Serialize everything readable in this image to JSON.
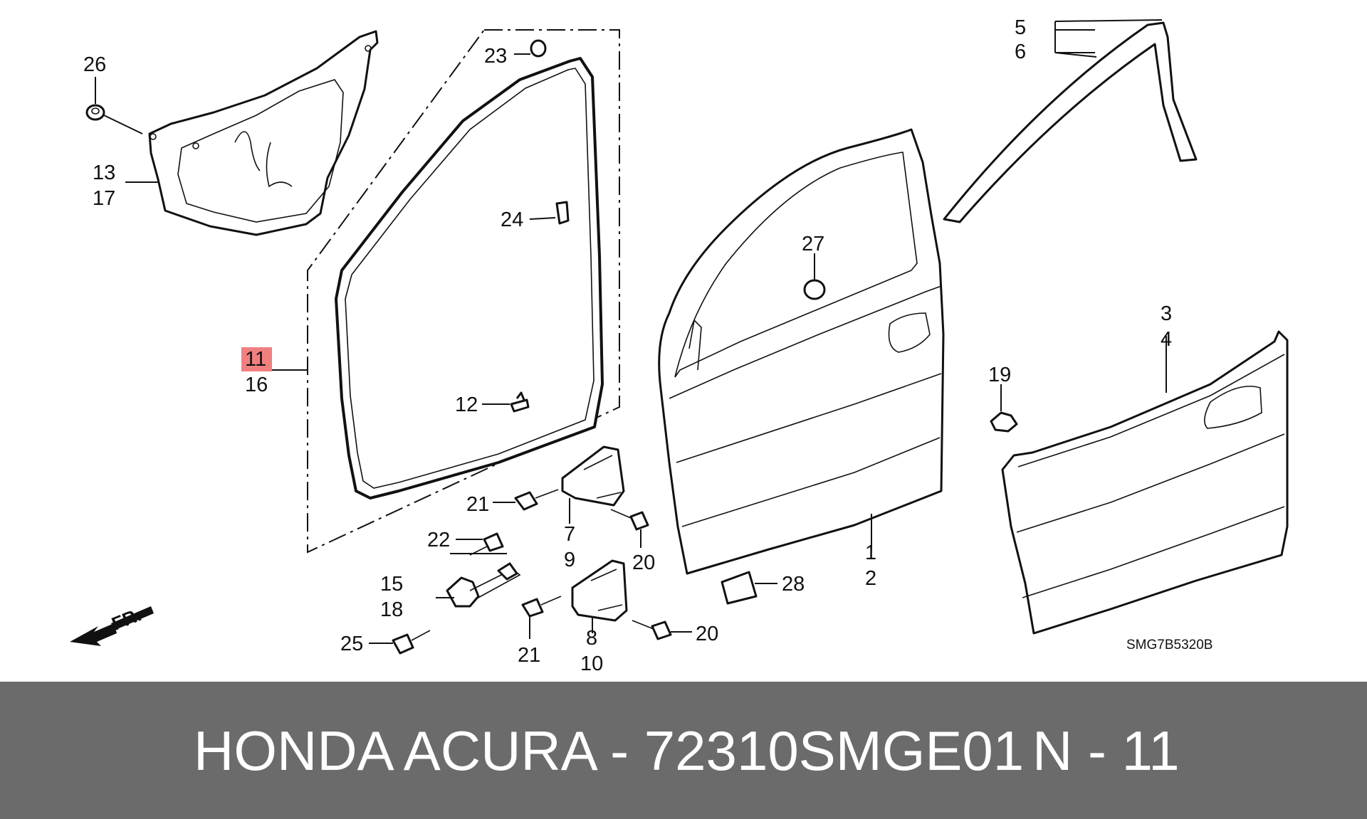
{
  "diagram": {
    "direction_label": "FR.",
    "drawing_code": "SMG7B5320B",
    "highlight_color": "#f08080",
    "highlighted_part": "11",
    "callouts": {
      "c26": "26",
      "c13": "13",
      "c17": "17",
      "c23": "23",
      "c24": "24",
      "c11": "11",
      "c16": "16",
      "c12": "12",
      "c5": "5",
      "c6": "6",
      "c27": "27",
      "c3": "3",
      "c4": "4",
      "c19": "19",
      "c1": "1",
      "c2": "2",
      "c28": "28",
      "c21a": "21",
      "c7": "7",
      "c9": "9",
      "c20a": "20",
      "c22": "22",
      "c15": "15",
      "c18": "18",
      "c25": "25",
      "c21b": "21",
      "c8": "8",
      "c10": "10",
      "c20b": "20"
    }
  },
  "footer": {
    "title": "HONDA ACURA - 72310SMGE01",
    "page": "N - 11",
    "background": "#6b6b6b"
  }
}
